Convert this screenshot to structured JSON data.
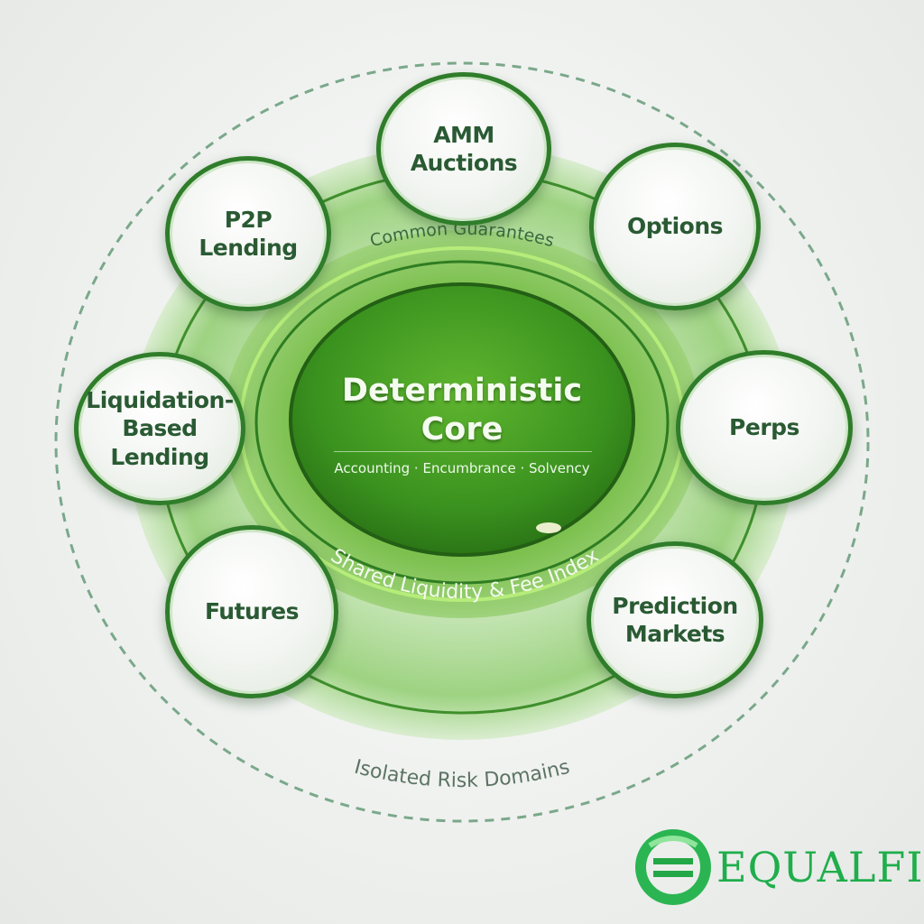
{
  "diagram": {
    "core": {
      "title": "Deterministic\nCore",
      "subtitle": "Accounting · Encumbrance · Solvency"
    },
    "rings": {
      "inner_label": "Shared Liquidity & Fee Index",
      "middle_label": "Common Guarantees",
      "outer_label": "Isolated Risk Domains"
    },
    "nodes": [
      {
        "label": "AMM\nAuctions"
      },
      {
        "label": "Options"
      },
      {
        "label": "Perps"
      },
      {
        "label": "Prediction\nMarkets"
      },
      {
        "label": "Futures"
      },
      {
        "label": "Liquidation-\nBased\nLending"
      },
      {
        "label": "P2P\nLending"
      }
    ],
    "colors": {
      "core_green": "#3f9a24",
      "ring_green": "#8cc96f",
      "node_border": "#2f7d2a",
      "node_text": "#2a5a33",
      "dashed_ring": "#7aa88a",
      "brand_green": "#1fae4b"
    }
  },
  "brand": {
    "logo_icon": "equalfi-logo-icon",
    "name": "EQUALFI"
  }
}
